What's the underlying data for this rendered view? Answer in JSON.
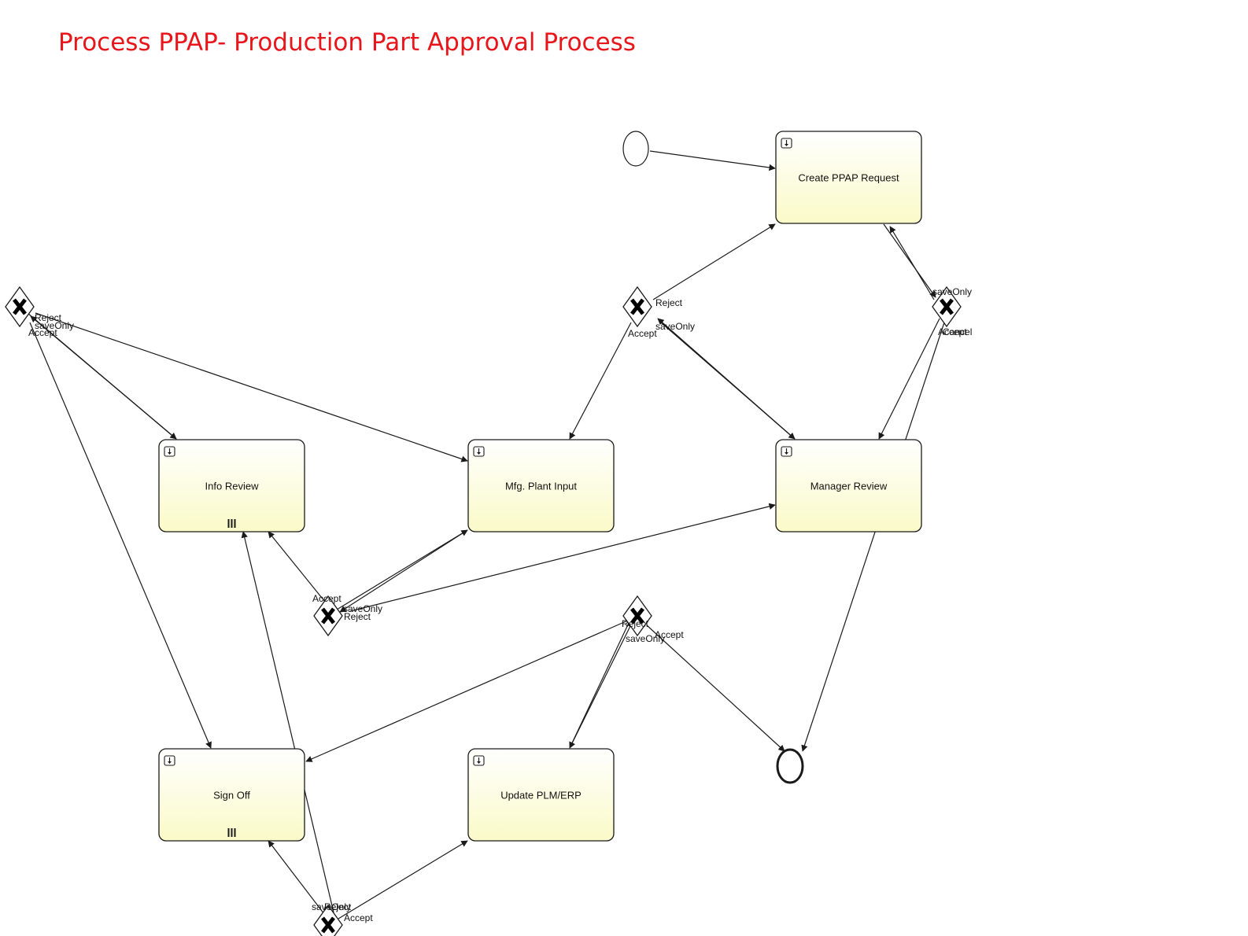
{
  "title": "Process PPAP- Production Part Approval Process",
  "colors": {
    "title": "#e8161b",
    "task_fill_top": "#ffffff",
    "task_fill_bottom": "#fafac8",
    "stroke": "#1a1a1a"
  },
  "tasks": [
    {
      "id": "create",
      "label": "Create PPAP Request",
      "multi_instance": false
    },
    {
      "id": "info",
      "label": "Info Review",
      "multi_instance": true
    },
    {
      "id": "mfg",
      "label": "Mfg. Plant Input",
      "multi_instance": false
    },
    {
      "id": "manager",
      "label": "Manager Review",
      "multi_instance": false
    },
    {
      "id": "signoff",
      "label": "Sign Off",
      "multi_instance": true
    },
    {
      "id": "update",
      "label": "Update PLM/ERP",
      "multi_instance": false
    }
  ],
  "events": [
    {
      "id": "start",
      "type": "start"
    },
    {
      "id": "end",
      "type": "end"
    }
  ],
  "gateways": [
    {
      "id": "g_left",
      "type": "exclusive"
    },
    {
      "id": "g_mid",
      "type": "exclusive"
    },
    {
      "id": "g_right",
      "type": "exclusive"
    },
    {
      "id": "g_center",
      "type": "exclusive"
    },
    {
      "id": "g_lower",
      "type": "exclusive"
    },
    {
      "id": "g_bottom",
      "type": "exclusive"
    }
  ],
  "flows": [
    {
      "from": "start",
      "to": "create",
      "label": ""
    },
    {
      "from": "create",
      "to": "g_right",
      "label": ""
    },
    {
      "from": "g_right",
      "to": "create",
      "label": "saveOnly"
    },
    {
      "from": "g_right",
      "to": "manager",
      "label": "Accept"
    },
    {
      "from": "g_right",
      "to": "end",
      "label": "Cancel"
    },
    {
      "from": "g_mid",
      "to": "create",
      "label": "Reject"
    },
    {
      "from": "g_mid",
      "to": "manager",
      "label": ""
    },
    {
      "from": "manager",
      "to": "g_mid",
      "label": "saveOnly"
    },
    {
      "from": "g_mid",
      "to": "mfg",
      "label": "Accept"
    },
    {
      "from": "g_left",
      "to": "info",
      "label": "Reject"
    },
    {
      "from": "info",
      "to": "g_left",
      "label": "saveOnly"
    },
    {
      "from": "g_left",
      "to": "mfg",
      "label": ""
    },
    {
      "from": "g_left",
      "to": "signoff",
      "label": "Accept"
    },
    {
      "from": "g_center",
      "to": "info",
      "label": "Accept"
    },
    {
      "from": "g_center",
      "to": "mfg",
      "label": ""
    },
    {
      "from": "mfg",
      "to": "g_center",
      "label": "saveOnly"
    },
    {
      "from": "g_center",
      "to": "manager",
      "label": "Reject"
    },
    {
      "from": "g_lower",
      "to": "signoff",
      "label": "Reject"
    },
    {
      "from": "g_lower",
      "to": "update",
      "label": ""
    },
    {
      "from": "update",
      "to": "g_lower",
      "label": "saveOnly"
    },
    {
      "from": "g_lower",
      "to": "end",
      "label": "Accept"
    },
    {
      "from": "g_bottom",
      "to": "signoff",
      "label": "saveOnly"
    },
    {
      "from": "g_bottom",
      "to": "info",
      "label": "Reject"
    },
    {
      "from": "g_bottom",
      "to": "update",
      "label": "Accept"
    }
  ]
}
